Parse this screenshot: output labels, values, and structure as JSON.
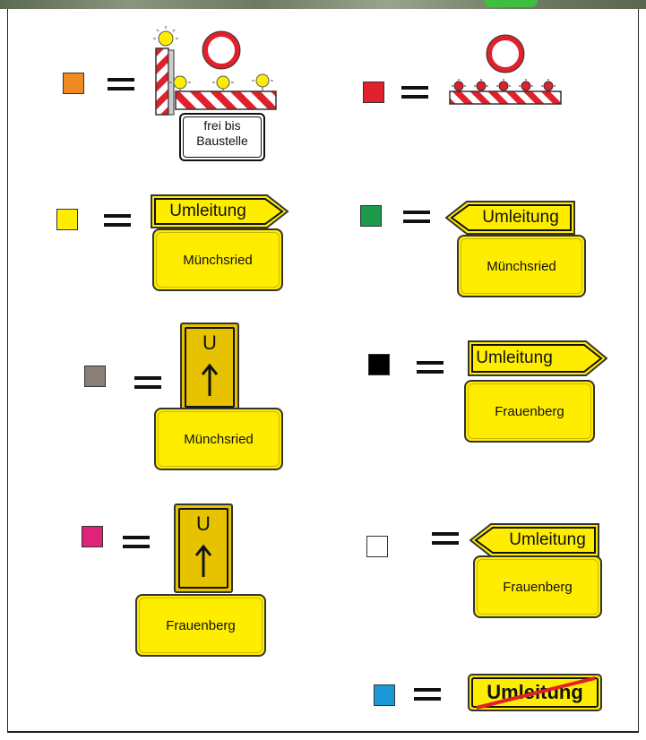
{
  "legend": [
    {
      "id": "orange",
      "color": "#f08a22",
      "sign_text": "frei bis Baustelle",
      "sign_line1": "frei bis",
      "sign_line2": "Baustelle"
    },
    {
      "id": "red",
      "color": "#e0202a"
    },
    {
      "id": "yellow",
      "color": "#ffed00",
      "arrow_label": "Umleitung",
      "plate_label": "Münchsried"
    },
    {
      "id": "green",
      "color": "#1a9a4a",
      "arrow_label": "Umleitung",
      "plate_label": "Münchsried"
    },
    {
      "id": "gray",
      "color": "#8a7e76",
      "letter": "U",
      "plate_label": "Münchsried"
    },
    {
      "id": "black",
      "color": "#000000",
      "arrow_label": "Umleitung",
      "plate_label": "Frauenberg"
    },
    {
      "id": "magenta",
      "color": "#e0237a",
      "letter": "U",
      "plate_label": "Frauenberg"
    },
    {
      "id": "white",
      "color": "#ffffff",
      "arrow_label": "Umleitung",
      "plate_label": "Frauenberg"
    },
    {
      "id": "blue",
      "color": "#1a9bd8",
      "end_label": "Umleitung"
    }
  ]
}
